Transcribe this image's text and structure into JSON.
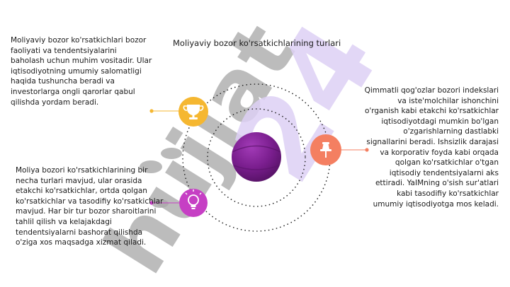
{
  "title": "Moliyaviy bozor ko'rsatkichlarining turlari",
  "left_top_text": "Moliyaviy bozor ko'rsatkichlari bozor faoliyati va tendentsiyalarini baholash uchun muhim vositadir. Ular iqtisodiyotning umumiy salomatligi haqida tushuncha beradi va investorlarga ongli qarorlar qabul qilishda yordam beradi.",
  "left_bottom_text": "Moliya bozori ko'rsatkichlarining bir necha turlari mavjud, ular orasida etakchi ko'rsatkichlar, ortda qolgan ko'rsatkichlar va tasodifiy ko'rsatkichlar mavjud. Har bir tur bozor sharoitlarini tahlil qilish va kelajakdagi tendentsiyalarni bashorat qilishda o'ziga xos maqsadga xizmat qiladi.",
  "right_text": "Qimmatli qog'ozlar bozori indekslari va iste'molchilar ishonchini o'rganish kabi etakchi ko'rsatkichlar iqtisodiyotdagi mumkin bo'lgan o'zgarishlarning dastlabki signallarini beradi. Ishsizlik darajasi va korporativ foyda kabi orqada qolgan ko'rsatkichlar o'tgan iqtisodiy tendentsiyalarni aks ettiradi. YaIMning o'sish sur'atlari kabi tasodifiy ko'rsatkichlar umumiy iqtisodiyotga mos keladi.",
  "watermark": "hujjat 24",
  "icons": {
    "top": "trophy-icon",
    "right": "pushpin-icon",
    "bottom": "lightbulb-icon"
  },
  "colors": {
    "trophy": "#f5b731",
    "pin": "#f47f61",
    "bulb": "#c63fc4",
    "sphere": "#7a1e8e",
    "watermark_grey": "#a9a9a9",
    "watermark_purple": "#ddd0f5"
  }
}
